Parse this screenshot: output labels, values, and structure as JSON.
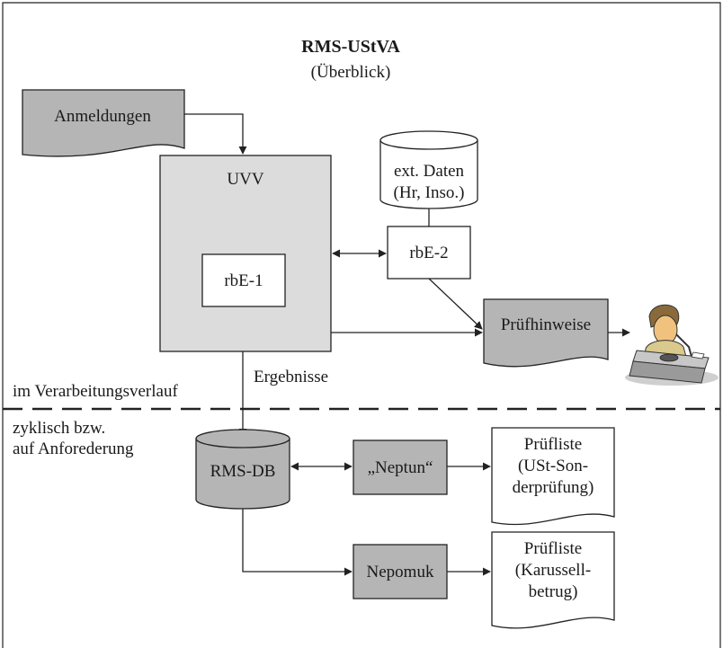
{
  "title": "RMS-UStVA",
  "subtitle": "(Überblick)",
  "colors": {
    "box_fill": "#b5b5b5",
    "uvv_fill": "#dcdcdc",
    "stroke": "#222222",
    "background": "#ffffff"
  },
  "nodes": {
    "anmeldungen": "Anmeldungen",
    "uvv": "UVV",
    "rbe1": "rbE-1",
    "ext_daten": [
      "ext. Daten",
      "(Hr, Inso.)"
    ],
    "rbe2": "rbE-2",
    "pruefhinweise": "Prüfhinweise",
    "rms_db": "RMS-DB",
    "neptun": "„Neptun“",
    "pruefliste_1": [
      "Prüfliste",
      "(USt-Son-",
      "derprüfung)"
    ],
    "nepomuk": "Nepomuk",
    "pruefliste_2": [
      "Prüfliste",
      "(Karussell-",
      "betrug)"
    ]
  },
  "labels": {
    "ergebnisse": "Ergebnisse",
    "upper_section": "im Verarbeitungsverlauf",
    "lower_section": [
      "zyklisch bzw.",
      "auf Anforederung"
    ]
  },
  "icons": {
    "clerk": "clerk-at-desk-icon"
  }
}
